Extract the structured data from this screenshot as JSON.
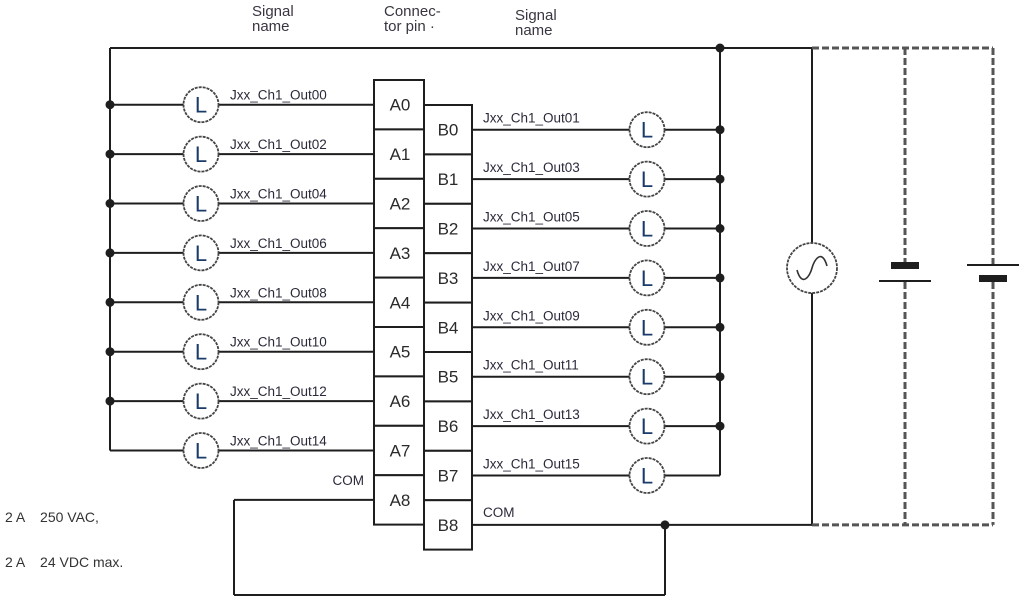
{
  "headers": {
    "left_signal": [
      "Signal",
      "name"
    ],
    "connector": [
      "Connec-",
      "tor pin ·"
    ],
    "right_signal": [
      "Signal",
      "name"
    ]
  },
  "rating_note": [
    "2 A    250 VAC,",
    "2 A    24 VDC max."
  ],
  "lamp_symbol": "L",
  "a_pins": [
    {
      "pin": "A0",
      "signal": "Jxx_Ch1_Out00",
      "load": "lamp"
    },
    {
      "pin": "A1",
      "signal": "Jxx_Ch1_Out02",
      "load": "lamp"
    },
    {
      "pin": "A2",
      "signal": "Jxx_Ch1_Out04",
      "load": "lamp"
    },
    {
      "pin": "A3",
      "signal": "Jxx_Ch1_Out06",
      "load": "lamp"
    },
    {
      "pin": "A4",
      "signal": "Jxx_Ch1_Out08",
      "load": "lamp"
    },
    {
      "pin": "A5",
      "signal": "Jxx_Ch1_Out10",
      "load": "lamp"
    },
    {
      "pin": "A6",
      "signal": "Jxx_Ch1_Out12",
      "load": "lamp"
    },
    {
      "pin": "A7",
      "signal": "Jxx_Ch1_Out14",
      "load": "lamp"
    },
    {
      "pin": "A8",
      "signal": "COM",
      "load": "common"
    }
  ],
  "b_pins": [
    {
      "pin": "B0",
      "signal": "Jxx_Ch1_Out01",
      "load": "lamp"
    },
    {
      "pin": "B1",
      "signal": "Jxx_Ch1_Out03",
      "load": "lamp"
    },
    {
      "pin": "B2",
      "signal": "Jxx_Ch1_Out05",
      "load": "lamp"
    },
    {
      "pin": "B3",
      "signal": "Jxx_Ch1_Out07",
      "load": "lamp"
    },
    {
      "pin": "B4",
      "signal": "Jxx_Ch1_Out09",
      "load": "lamp"
    },
    {
      "pin": "B5",
      "signal": "Jxx_Ch1_Out11",
      "load": "lamp"
    },
    {
      "pin": "B6",
      "signal": "Jxx_Ch1_Out13",
      "load": "lamp"
    },
    {
      "pin": "B7",
      "signal": "Jxx_Ch1_Out15",
      "load": "lamp"
    },
    {
      "pin": "B8",
      "signal": "COM",
      "load": "common"
    }
  ],
  "power_sources": [
    {
      "type": "ac-source",
      "line": "solid"
    },
    {
      "type": "dc-battery",
      "polarity": "negative-top",
      "line": "dashed"
    },
    {
      "type": "dc-battery",
      "polarity": "positive-top",
      "line": "dashed"
    }
  ],
  "colors": {
    "wire": "#1e1e1e",
    "dashed": "#555555",
    "text": "#2a2a3a",
    "lamp_letter": "#1a3a6a"
  }
}
